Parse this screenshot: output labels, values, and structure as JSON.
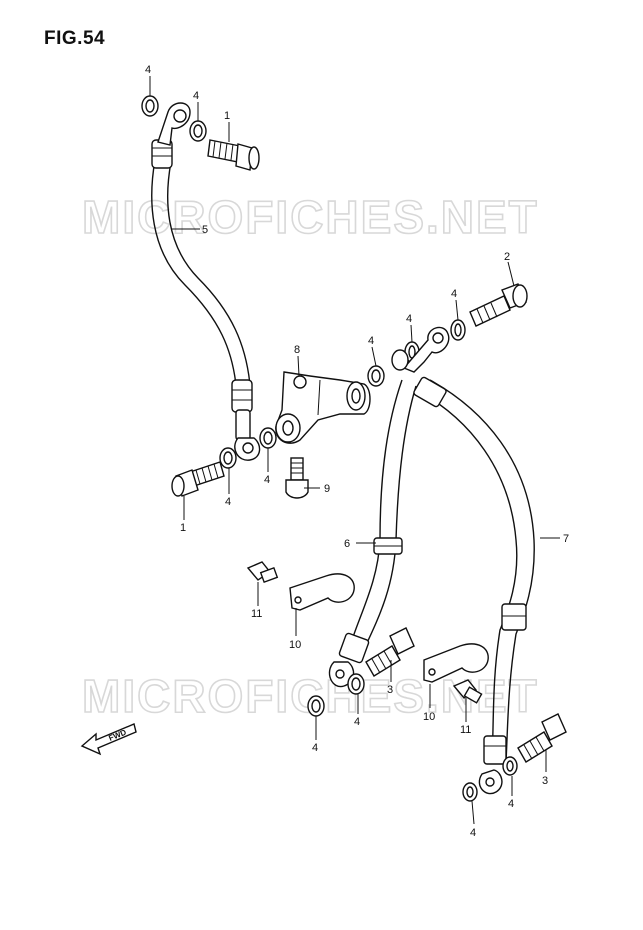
{
  "figure": {
    "title": "FIG.54"
  },
  "watermarks": [
    "MICROFICHES.NET",
    "MICROFICHES.NET"
  ],
  "fwd_label": "FWD",
  "labels": [
    "4",
    "4",
    "1",
    "5",
    "2",
    "4",
    "4",
    "8",
    "4",
    "4",
    "4",
    "1",
    "9",
    "6",
    "7",
    "11",
    "10",
    "3",
    "4",
    "4",
    "10",
    "11",
    "3",
    "4",
    "4"
  ]
}
